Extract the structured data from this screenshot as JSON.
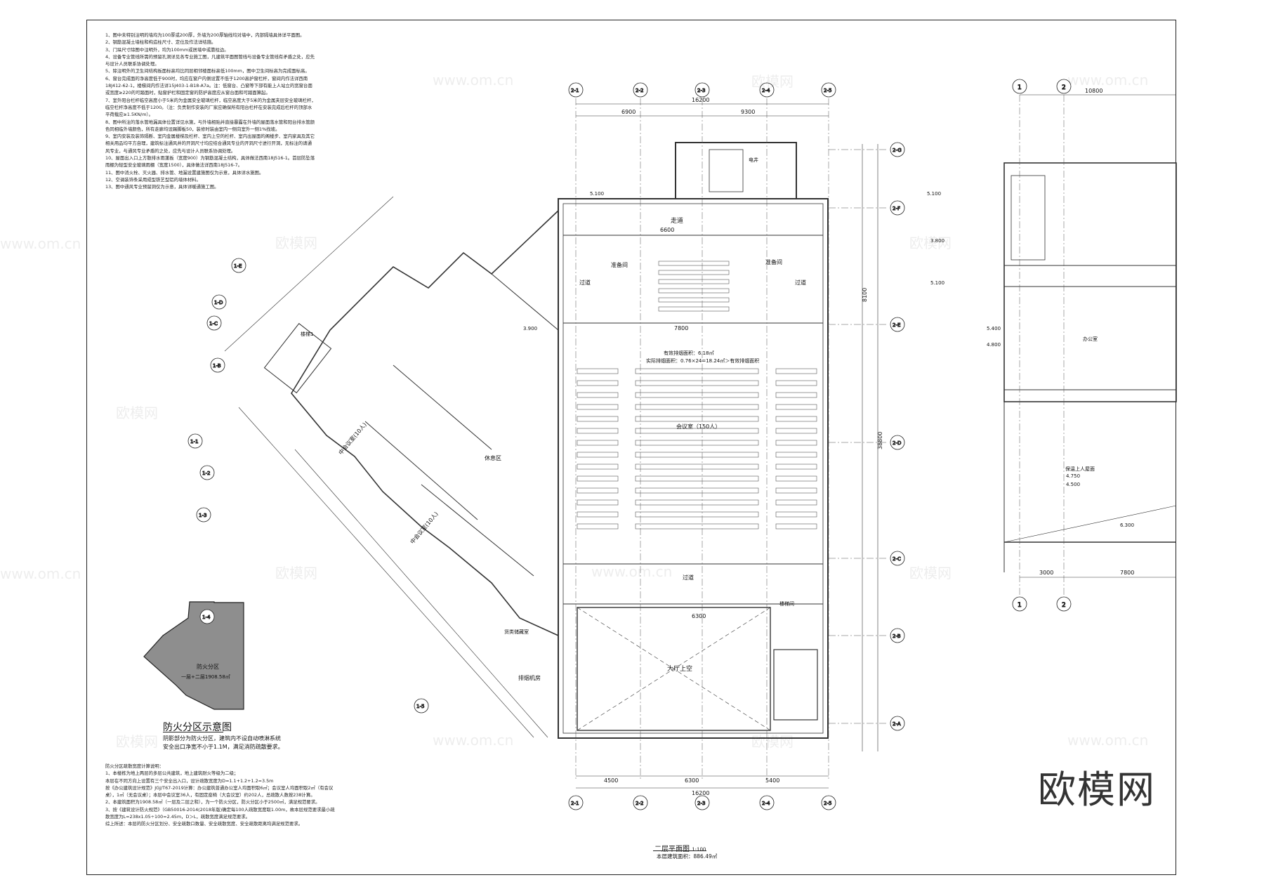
{
  "notes": {
    "general": "1、图中未特别注明的墙均为100厚或200厚，外墙为200厚轴线均对墙中，内部隔墙具体详平面图。\n2、钢筋混凝土墙柱和构造柱尺寸、定位及作法详结施。\n3、门垛尺寸除图中注明外，均为100mm或居墙中或靠柱边。\n4、设备专业管线所需的预留孔洞详见各专业施工图，凡建筑平面图管线与设备专业管线有矛盾之处，应先与设计人员联系协调处理。\n5、除注明外的卫生间结构板面标高均比同层相邻楼面标高低100mm，图中卫生间标高为完成面标高。\n6、窗台完成面的净高度低于900时，均应在窗户内侧设置不低于1200高护窗栏杆，窗间内作法详西南18J412-62-1，楼梯间内作法详15J403-1-B18-A7a。注：低窗台、凸窗等下部有能上人站立的宽窗台面或宽度≥220的可踏面时，贴窗护栏和固定窗的防护高度应从窗台面和可踏面算起。\n7、室外阳台栏杆临空高度小于5米的为金属安全玻璃栏杆，临空高度大于5米的为金属夹层安全玻璃栏杆，临空栏杆净高度不低于1200。（注：负责制作安装的厂家应确保所有阳台栏杆在安装完成后栏杆的顶部水平荷载应≥1.5KN/m）。\n8、图中所注的落水管地漏具体位置详见水施，与外墙相贴并直接暴露在外墙的屋面落水管和阳台排水管颜色同相临外墙颜色，所有走廊均设踢脚板50，装修时装由室内一侧向室外一侧1%找坡。\n9、室内安装及装饰隔断、室内金属楼梯及栏杆、室内上空的栏杆、室内出屋面的阁楼步、室内家具及其它相关用品均平方自理，建筑标注通风井的开洞尺寸均应结合通风专业的开洞尺寸进行开洞，无标注的请通风专业，与通风专业矛盾的之处，应先与设计人员联系协调处理。\n10、屋面出入口上方散排水雨蓬板（宽度900）为钢筋混凝土结构，具体做法西南18J516-1。首层防坠落雨棚为轻型安全玻璃雨棚（宽度1500），具体做法详西南18J516-7。\n11、图中消火栓、灭火器、排水管、地漏设置建施图仅为示意，具体详水施图。\n12、空调装饰条采用成型铁艺型铝的墙体材料。\n13、图中通风专业预留洞仅为示意，具体详暖通施工图。",
    "fire_calc": "防火分区疏散宽度计算说明：\n1、本楼栋为地上两层的多层公共建筑，地上建筑耐火等级为二级；\n本层在不同方向上设置有三个安全出入口，设计疏散宽度为D=1.1+1.2+1.2=3.5m\n按《办公建筑设计规范》JGJ/T67-2019计算：办公建筑普通办公室人均面积取6㎡；会议室人均面积取2㎡（有会议桌），1㎡（无会议桌）；本层中会议室36人，有固定座椅（大会议室）约202人，总疏散人数按238计算。\n2、本建筑面积为1908.58㎡（一层及二层之和），为一个防火分区，防火分区小于2500㎡，满足规范要求。\n3、按《建筑设计防火规范》（GB50016-2014(2018年版)确定每100人疏散宽度取1.00m，故本层规范要求最小疏散宽度为L=238x1.05÷100=2.45m，D＞L，疏散宽度满足规范要求。\n综上所述：本层的防火分区划分、安全疏散口数量、安全疏散宽度、安全疏散距离均满足规范要求。"
  },
  "fire_zone": {
    "caption": "防火分区示意图",
    "desc": "阴影部分为防火分区，建筑内不设自动喷淋系统\n安全出口净宽不小于1.1M，满足消防疏散要求。",
    "zone_label": "防火分区",
    "zone_area": "一层+二层1908.58㎡"
  },
  "plan": {
    "title": "二层平面图",
    "scale": "1:100",
    "area": "本层建筑面积：886.49㎡"
  },
  "rooms": {
    "corridor": "走道",
    "prep_left": "准备间",
    "prep_right": "准备间",
    "pass_left": "过道",
    "pass_right": "过道",
    "meeting_big": "会议室（150人）",
    "smoke_area": "有效排烟面积：6.18㎡",
    "smoke_actual": "实际排烟面积：0.76×24=18.24㎡＞有效排烟面积",
    "hall_void": "大厅上空",
    "pass_bottom": "过道",
    "rest_area": "休息区",
    "mid_meeting_1": "中会议室(10人)",
    "mid_meeting_2": "中会议室(10人)",
    "storage": "货类储藏室",
    "smoke_room": "排烟机房",
    "stair_right": "楼梯间",
    "office": "办公室",
    "roof_access": "保温上人屋面",
    "stair_left": "楼梯1",
    "elevator": "电井"
  },
  "dims": {
    "top_total": "16200",
    "top_a": "6900",
    "top_b": "9300",
    "bottom_total": "16200",
    "bottom_a": "4500",
    "bottom_b": "6300",
    "bottom_c": "5400",
    "left_total": "38800",
    "d_6600": "6600",
    "d_7800": "7800",
    "d_8100": "8100",
    "d_6300": "6300",
    "d_10800": "10800",
    "d_3000": "3000",
    "d_7800b": "7800"
  },
  "axes": {
    "top": [
      "2-1",
      "2-2",
      "2-3",
      "2-4",
      "2-5"
    ],
    "right": [
      "2-G",
      "2-F",
      "2-E",
      "2-D",
      "2-C",
      "2-B",
      "2-A"
    ],
    "far_right": [
      "1",
      "2"
    ],
    "diag": [
      "1-E",
      "1-D",
      "1-C",
      "1-B",
      "1-1",
      "1-2",
      "1-3",
      "1-4",
      "1-5"
    ]
  },
  "elevations": {
    "e1": "5.100",
    "e2": "3.900",
    "e3": "3.800",
    "e4": "4.750",
    "e5": "4.500",
    "e6": "6.300",
    "e7": "5.400",
    "e8": "4.800"
  },
  "watermarks": [
    "欧模网",
    "www.om.cn"
  ],
  "brand": "欧模网"
}
